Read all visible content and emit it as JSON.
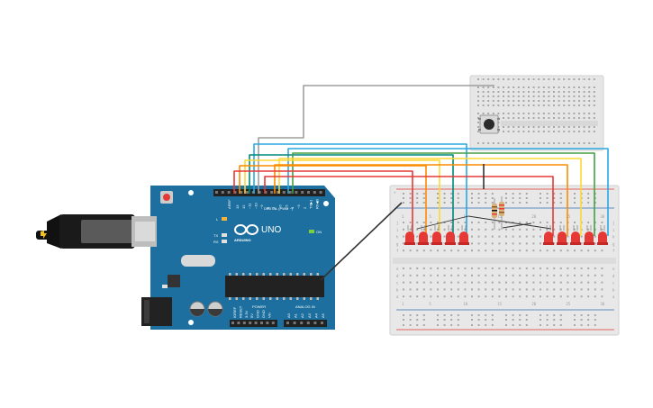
{
  "arduino": {
    "logo_text": "ARDUINO",
    "model": "UNO",
    "digital_label": "DIGITAL (PWM ~)",
    "power_label": "POWER",
    "analog_label": "ANALOG IN",
    "on_label": "ON",
    "l_label": "L",
    "tx_label": "TX",
    "rx_label": "RX",
    "aref_label": "AREF",
    "gnd_label": "GND",
    "digital_pins": [
      "13",
      "12",
      "~11",
      "~10",
      "~9",
      "8",
      "7",
      "~6",
      "~5",
      "4",
      "~3",
      "2",
      "TX▶1",
      "RX◀0"
    ],
    "power_pins": [
      "IOREF",
      "RESET",
      "3.3V",
      "5V",
      "GND",
      "GND",
      "Vin"
    ],
    "analog_pins": [
      "A0",
      "A1",
      "A2",
      "A3",
      "A4",
      "A5"
    ]
  },
  "breadboard_main": {
    "row_letters_top": [
      "j",
      "i",
      "h",
      "g",
      "f"
    ],
    "row_letters_bottom": [
      "e",
      "d",
      "c",
      "b",
      "a"
    ],
    "column_numbers": [
      "1",
      "5",
      "10",
      "15",
      "20",
      "25",
      "30"
    ],
    "rail_plus": "+",
    "rail_minus": "-"
  },
  "colors": {
    "red": "#e53935",
    "orange": "#fb8c00",
    "yellow": "#fdd835",
    "green": "#43a047",
    "teal": "#00897b",
    "blue": "#29a8e0",
    "gray": "#9e9e9e",
    "black": "#333333",
    "board": "#1c6f9e",
    "breadboard": "#e8e8e8"
  },
  "leds_left_count": 5,
  "leds_right_count": 5
}
